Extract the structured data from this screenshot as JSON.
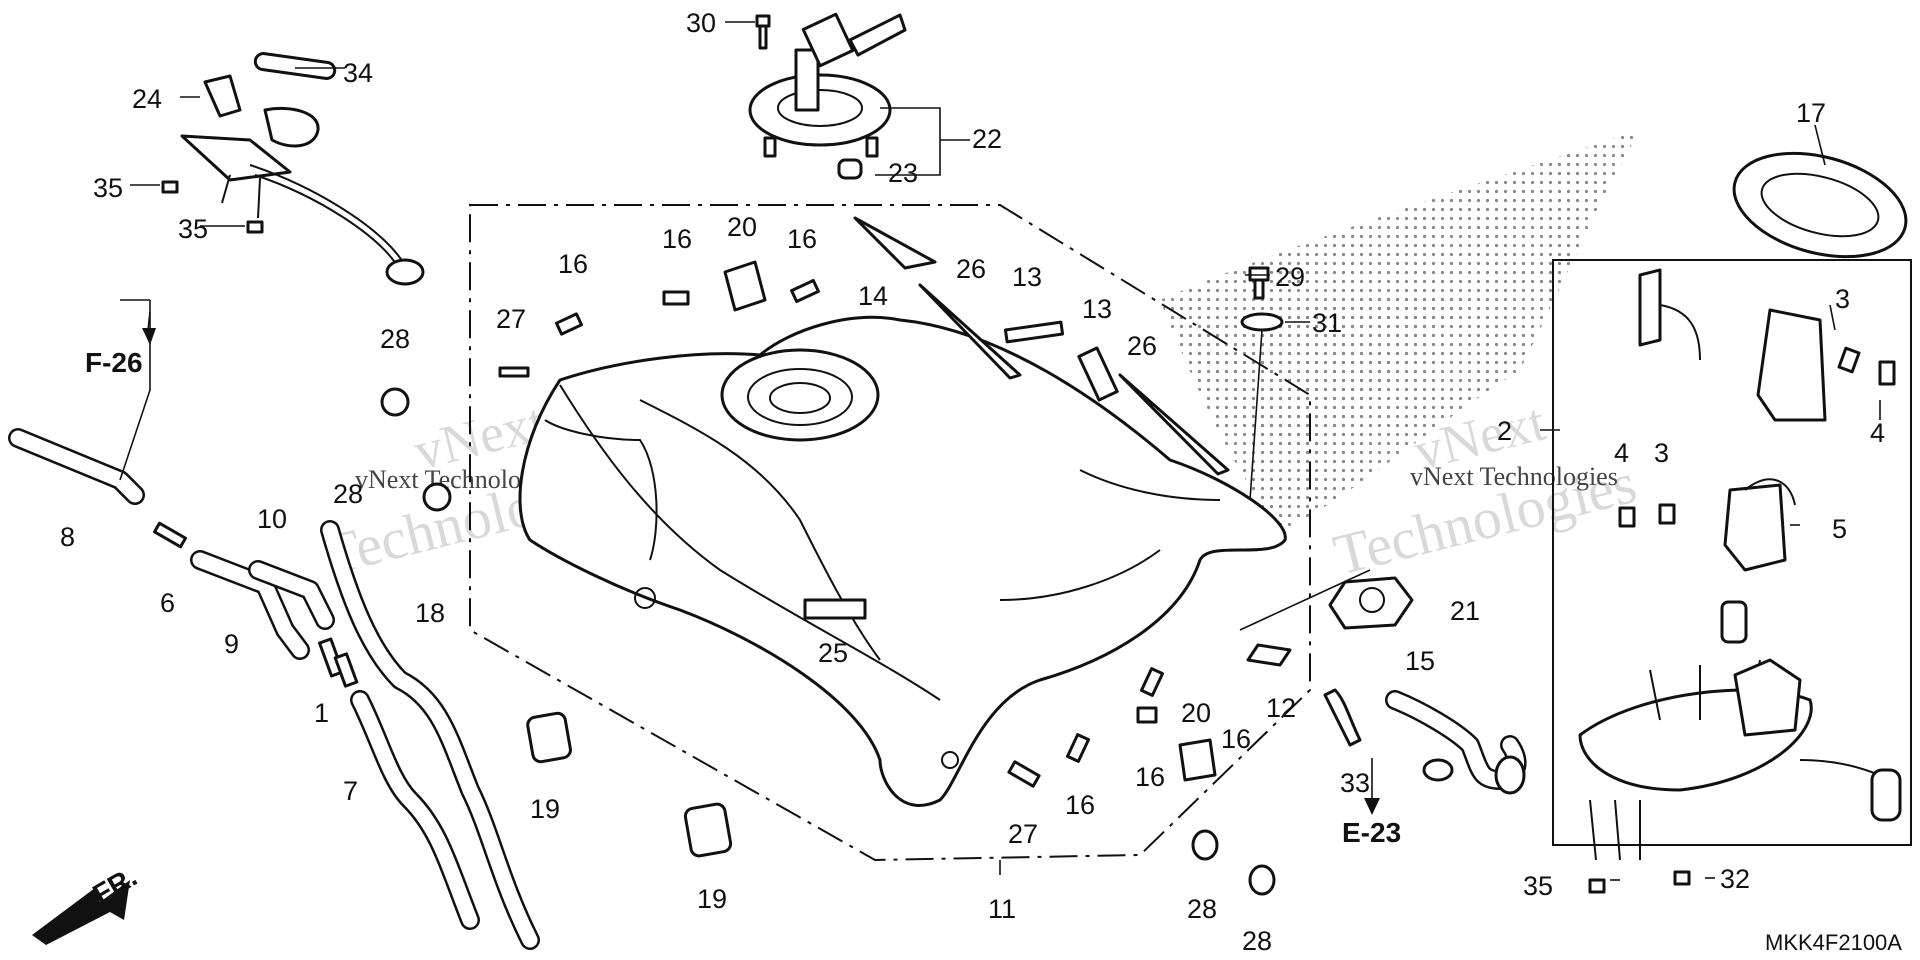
{
  "callouts": [
    {
      "id": "n30",
      "text": "30"
    },
    {
      "id": "n34",
      "text": "34"
    },
    {
      "id": "n24",
      "text": "24"
    },
    {
      "id": "n35a",
      "text": "35"
    },
    {
      "id": "n35b",
      "text": "35"
    },
    {
      "id": "n22",
      "text": "22"
    },
    {
      "id": "n23",
      "text": "23"
    },
    {
      "id": "n17",
      "text": "17"
    },
    {
      "id": "n16a",
      "text": "16"
    },
    {
      "id": "n16b",
      "text": "16"
    },
    {
      "id": "n20a",
      "text": "20"
    },
    {
      "id": "n16c",
      "text": "16"
    },
    {
      "id": "n14",
      "text": "14"
    },
    {
      "id": "n26a",
      "text": "26"
    },
    {
      "id": "n13a",
      "text": "13"
    },
    {
      "id": "n13b",
      "text": "13"
    },
    {
      "id": "n26b",
      "text": "26"
    },
    {
      "id": "n29",
      "text": "29"
    },
    {
      "id": "n31",
      "text": "31"
    },
    {
      "id": "n27a",
      "text": "27"
    },
    {
      "id": "n28a",
      "text": "28"
    },
    {
      "id": "n28b",
      "text": "28"
    },
    {
      "id": "n8",
      "text": "8"
    },
    {
      "id": "n6",
      "text": "6"
    },
    {
      "id": "n10",
      "text": "10"
    },
    {
      "id": "n9",
      "text": "9"
    },
    {
      "id": "n18",
      "text": "18"
    },
    {
      "id": "n1",
      "text": "1"
    },
    {
      "id": "n7",
      "text": "7"
    },
    {
      "id": "n19a",
      "text": "19"
    },
    {
      "id": "n19b",
      "text": "19"
    },
    {
      "id": "n25",
      "text": "25"
    },
    {
      "id": "n11",
      "text": "11"
    },
    {
      "id": "n27b",
      "text": "27"
    },
    {
      "id": "n16d",
      "text": "16"
    },
    {
      "id": "n16e",
      "text": "16"
    },
    {
      "id": "n20b",
      "text": "20"
    },
    {
      "id": "n16f",
      "text": "16"
    },
    {
      "id": "n12",
      "text": "12"
    },
    {
      "id": "n21",
      "text": "21"
    },
    {
      "id": "n15",
      "text": "15"
    },
    {
      "id": "n33",
      "text": "33"
    },
    {
      "id": "n28c",
      "text": "28"
    },
    {
      "id": "n28d",
      "text": "28"
    },
    {
      "id": "n3a",
      "text": "3"
    },
    {
      "id": "n4a",
      "text": "4"
    },
    {
      "id": "n2",
      "text": "2"
    },
    {
      "id": "n4b",
      "text": "4"
    },
    {
      "id": "n3b",
      "text": "3"
    },
    {
      "id": "n5",
      "text": "5"
    },
    {
      "id": "n35c",
      "text": "35"
    },
    {
      "id": "n32",
      "text": "32"
    }
  ],
  "refs": {
    "f26": "F-26",
    "e23": "E-23",
    "front": "FR."
  },
  "diagram_code": "MKK4F2100A",
  "watermark": {
    "line1": "vNext",
    "line2": "Technologies",
    "inline": "vNext Technologies"
  }
}
